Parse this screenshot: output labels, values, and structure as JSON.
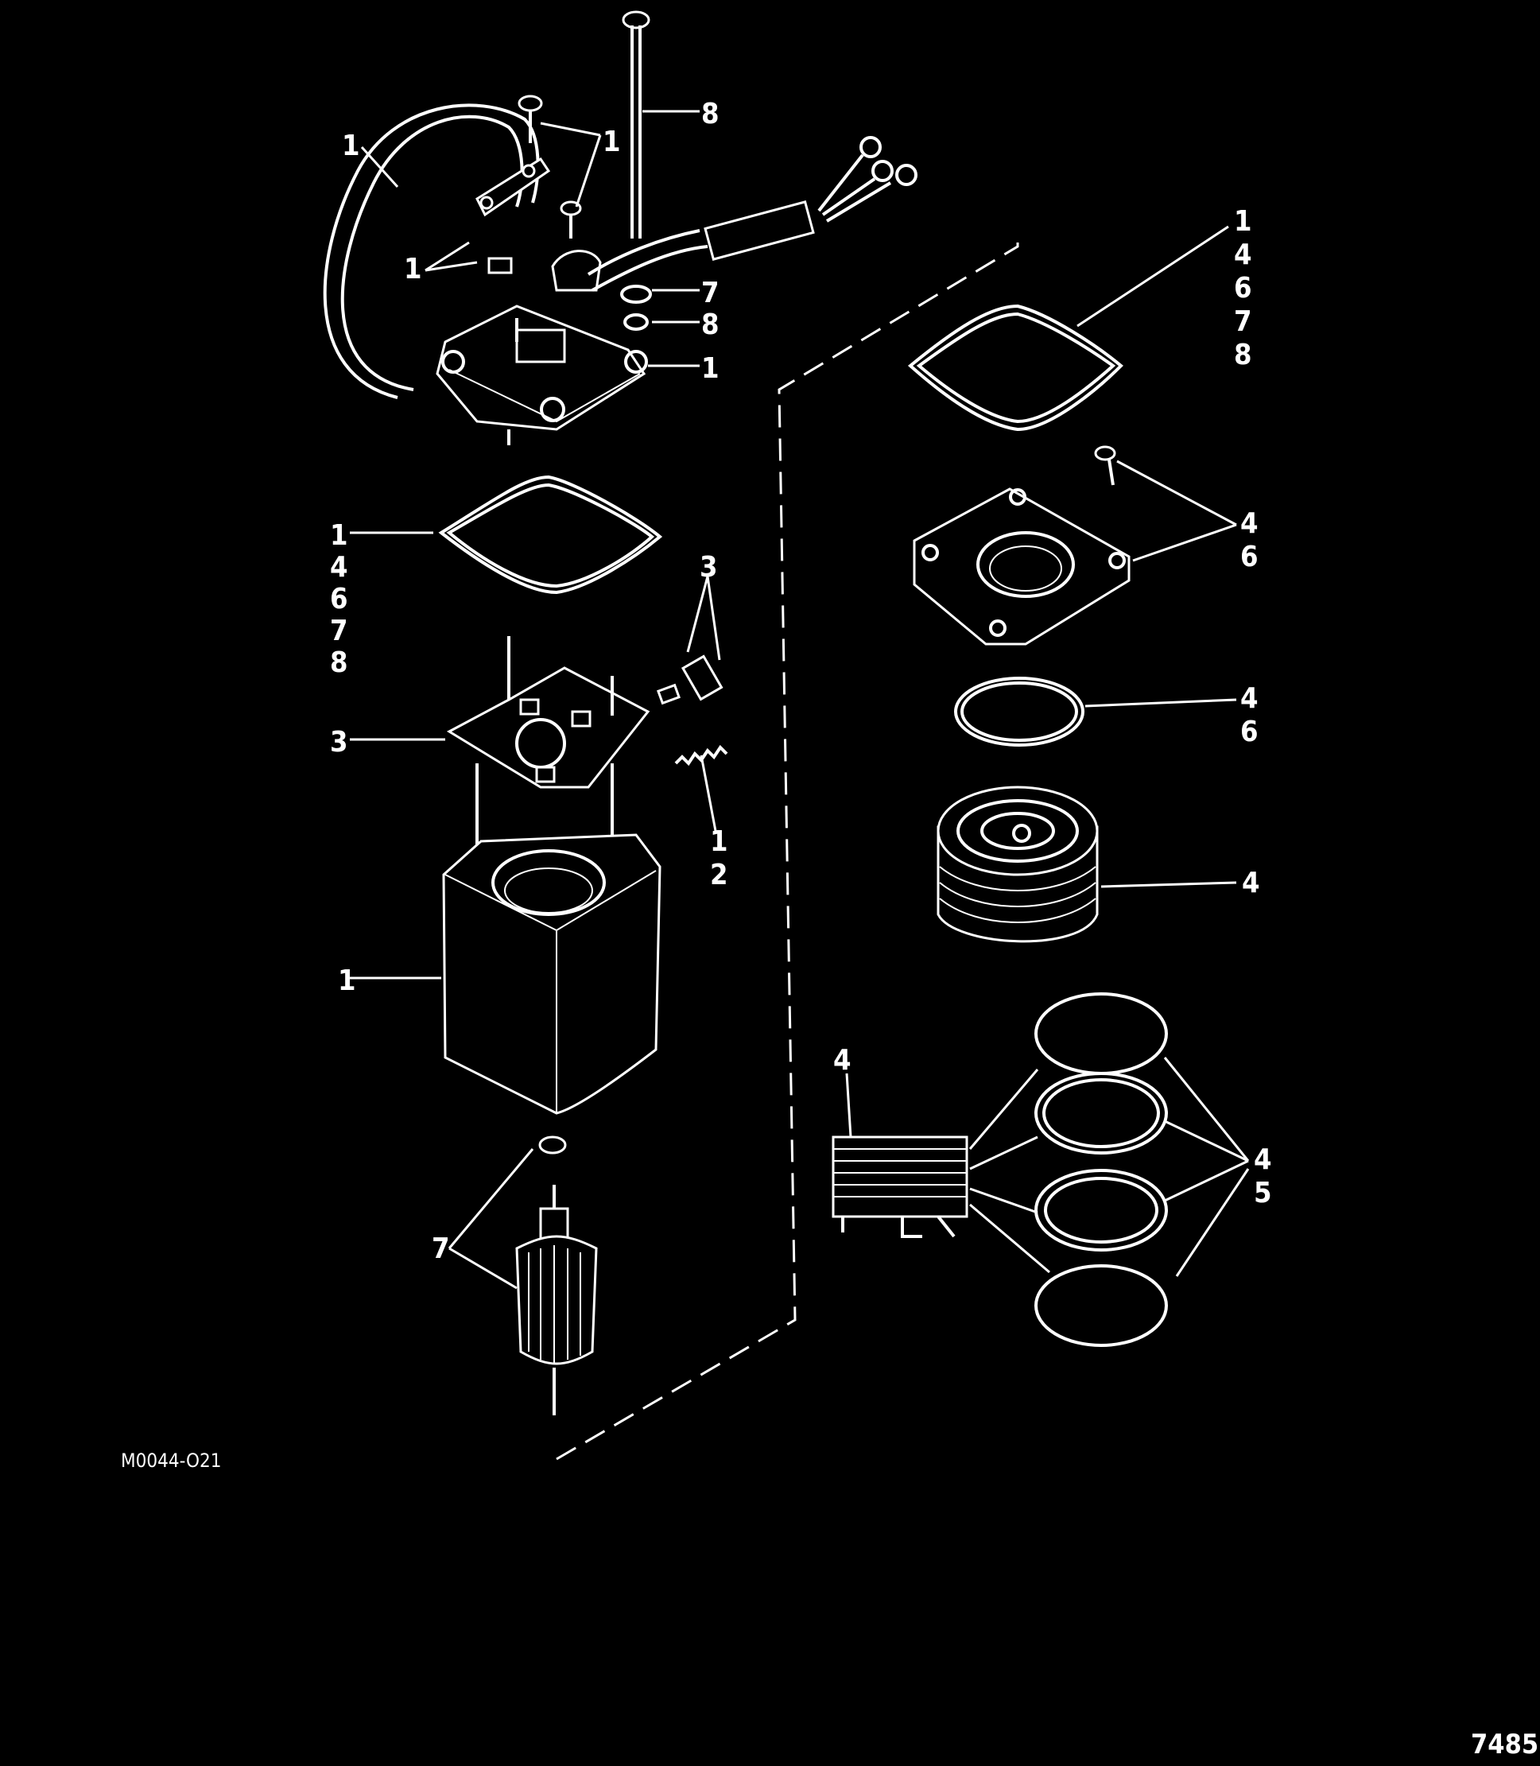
{
  "diagram": {
    "background": "#000000",
    "foreground": "#ffffff",
    "drawing_code": "M0044-O21",
    "figure_number": "7485",
    "callouts": {
      "top_hose": "1",
      "screws_top": "1",
      "clamp": "1",
      "through_bolt": "8",
      "washer_7": "7",
      "washer_8": "8",
      "end_cap": "1",
      "gasket_left": [
        "1",
        "4",
        "6",
        "7",
        "8"
      ],
      "gasket_right": [
        "1",
        "4",
        "6",
        "7",
        "8"
      ],
      "brushes": "3",
      "brush_plate": "3",
      "spring": [
        "1",
        "2"
      ],
      "frame": "1",
      "armature": "7",
      "pump_housing": [
        "4",
        "6"
      ],
      "o_ring": [
        "4",
        "6"
      ],
      "reservoir": "4",
      "valve_body": "4",
      "seals": [
        "4",
        "5"
      ]
    }
  }
}
